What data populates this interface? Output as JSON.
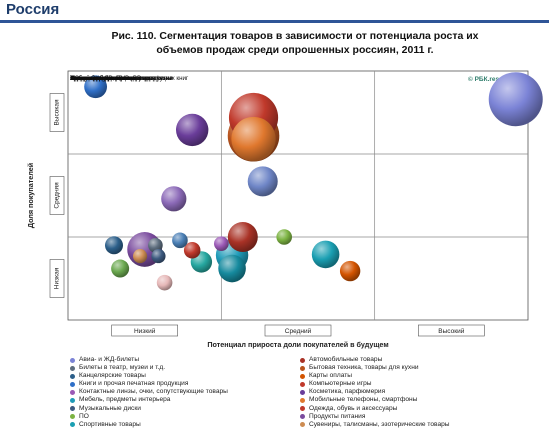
{
  "header": {
    "title": "Россия"
  },
  "figure": {
    "title_line1": "Рис. 110. Сегментация товаров в зависимости от потенциала роста их",
    "title_line2": "объемов продаж среди опрошенных россиян, 2011 г.",
    "source": "© РБК.research"
  },
  "chart_data": {
    "type": "scatter",
    "x_categories": [
      "Низкий",
      "Средний",
      "Высокий"
    ],
    "y_categories": [
      "Низкая",
      "Средняя",
      "Высокая"
    ],
    "xlabel": "Потенциал прироста доли покупателей в будущем",
    "ylabel": "Доля покупателей",
    "x_range": [
      0,
      3
    ],
    "y_range": [
      0,
      3
    ],
    "grid": true,
    "legend_position": "bottom",
    "points": [
      {
        "name": "Авиа- и ЖД-билеты",
        "x": 2.92,
        "y": 2.66,
        "size": 1.0,
        "color": "#7b83d6",
        "label": "Авиа- и ЖД-билеты"
      },
      {
        "name": "Книги и прочая печатная продукция",
        "x": 0.18,
        "y": 2.81,
        "size": 0.35,
        "color": "#2f6fc7",
        "label": "Книги и прочая печатная продукция"
      },
      {
        "name": "Одежда, обувь и аксессуары",
        "x": 1.21,
        "y": 2.44,
        "size": 0.9,
        "color": "#c0392b",
        "label": "Одежда, обувь и аксессуары"
      },
      {
        "name": "Бытовая техника, товары для кухни",
        "x": 1.21,
        "y": 2.22,
        "size": 0.95,
        "color": "#b9541e",
        "label": "Бытовая техника, товары для кухни"
      },
      {
        "name": "Мобильные телефоны, смартфоны",
        "x": 1.21,
        "y": 2.18,
        "size": 0.8,
        "color": "#e0782e",
        "label": "Мобильные телефоны, смартфоны"
      },
      {
        "name": "Косметика, парфюмерия",
        "x": 0.81,
        "y": 2.29,
        "size": 0.55,
        "color": "#6a3d9a",
        "label": "Косметика, парфюмерия"
      },
      {
        "name": "Товары для детей",
        "x": 1.27,
        "y": 1.67,
        "size": 0.5,
        "color": "#6f86c7",
        "label": "Товары для детей"
      },
      {
        "name": "Товары для здоровья",
        "x": 0.69,
        "y": 1.46,
        "size": 0.4,
        "color": "#8c6ab8",
        "label": "Товары для здоровья"
      },
      {
        "name": "Продукты питания",
        "x": 0.5,
        "y": 0.85,
        "size": 0.6,
        "color": "#7a4b9e",
        "label": "Продукты питания"
      },
      {
        "name": "Канцелярские товары",
        "x": 0.3,
        "y": 0.9,
        "size": 0.25,
        "color": "#2c5f8a",
        "label": "Канцелярские товары"
      },
      {
        "name": "Фильмы на CD, DVD, BD",
        "x": 0.73,
        "y": 0.96,
        "size": 0.2,
        "color": "#4a7fb5",
        "label": "Фильмы на CD, DVD, BD"
      },
      {
        "name": "Компьютерные игры",
        "x": 0.81,
        "y": 0.84,
        "size": 0.22,
        "color": "#c0392b",
        "label": "Компьютерные игры"
      },
      {
        "name": "Украшения",
        "x": 0.87,
        "y": 0.7,
        "size": 0.32,
        "color": "#26a7a0",
        "label": "Украшения"
      },
      {
        "name": "Автомобильные товары",
        "x": 1.14,
        "y": 1.0,
        "size": 0.5,
        "color": "#a93226",
        "label": "Автомобильные товары"
      },
      {
        "name": "ПО",
        "x": 1.41,
        "y": 1.0,
        "size": 0.2,
        "color": "#7cb342",
        "label": "ПО"
      },
      {
        "name": "Мебель, предметы интерьера",
        "x": 1.07,
        "y": 0.78,
        "size": 0.55,
        "color": "#1f9bb8",
        "label": "Мебель, предметы интерьера"
      },
      {
        "name": "Товары для дома и сада",
        "x": 1.07,
        "y": 0.62,
        "size": 0.45,
        "color": "#168a9e",
        "label": "Товары для дома и сада"
      },
      {
        "name": "Спортивные товары",
        "x": 1.68,
        "y": 0.79,
        "size": 0.45,
        "color": "#1a9fb2",
        "label": "Спортивные товары"
      },
      {
        "name": "Карты оплаты",
        "x": 1.84,
        "y": 0.59,
        "size": 0.3,
        "color": "#d35400",
        "label": "Карты оплаты"
      },
      {
        "name": "Устройства для чтения электронных книг",
        "x": 0.34,
        "y": 0.62,
        "size": 0.25,
        "color": "#6aa84f",
        "label": "Устройства для чтения электронных книг"
      },
      {
        "name": "Цветы",
        "x": 0.63,
        "y": 0.45,
        "size": 0.2,
        "color": "#e6b8b8",
        "label": "Цветы"
      },
      {
        "name": "Билеты в театр, музеи и т.д.",
        "x": 0.57,
        "y": 0.9,
        "size": 0.18,
        "color": "#5d6d7e",
        "label": ""
      },
      {
        "name": "Контактные линзы, очки, сопутствующие товары",
        "x": 1.0,
        "y": 0.92,
        "size": 0.18,
        "color": "#9b59b6",
        "label": ""
      },
      {
        "name": "Музыкальные диски",
        "x": 0.59,
        "y": 0.77,
        "size": 0.17,
        "color": "#3d5a80",
        "label": ""
      },
      {
        "name": "Сувениры, талисманы, эзотерические товары",
        "x": 0.47,
        "y": 0.77,
        "size": 0.17,
        "color": "#cd8c52",
        "label": ""
      }
    ]
  },
  "legend": {
    "left": [
      {
        "label": "Авиа- и ЖД-билеты",
        "color": "#7b83d6"
      },
      {
        "label": "Билеты в театр, музеи и т.д.",
        "color": "#5d6d7e"
      },
      {
        "label": "Канцелярские товары",
        "color": "#2c5f8a"
      },
      {
        "label": "Книги и прочая печатная продукция",
        "color": "#2f6fc7"
      },
      {
        "label": "Контактные линзы, очки, сопутствующие товары",
        "color": "#9b59b6"
      },
      {
        "label": "Мебель, предметы интерьера",
        "color": "#1f9bb8"
      },
      {
        "label": "Музыкальные диски",
        "color": "#3d5a80"
      },
      {
        "label": "ПО",
        "color": "#7cb342"
      },
      {
        "label": "Спортивные товары",
        "color": "#1a9fb2"
      }
    ],
    "right": [
      {
        "label": "Автомобильные товары",
        "color": "#a93226"
      },
      {
        "label": "Бытовая техника, товары для кухни",
        "color": "#b9541e"
      },
      {
        "label": "Карты оплаты",
        "color": "#d35400"
      },
      {
        "label": "Компьютерные игры",
        "color": "#c0392b"
      },
      {
        "label": "Косметика, парфюмерия",
        "color": "#6a3d9a"
      },
      {
        "label": "Мобильные телефоны, смартфоны",
        "color": "#e0782e"
      },
      {
        "label": "Одежда, обувь и аксессуары",
        "color": "#c0392b"
      },
      {
        "label": "Продукты питания",
        "color": "#7a4b9e"
      },
      {
        "label": "Сувениры, талисманы, эзотерические товары",
        "color": "#cd8c52"
      }
    ]
  }
}
